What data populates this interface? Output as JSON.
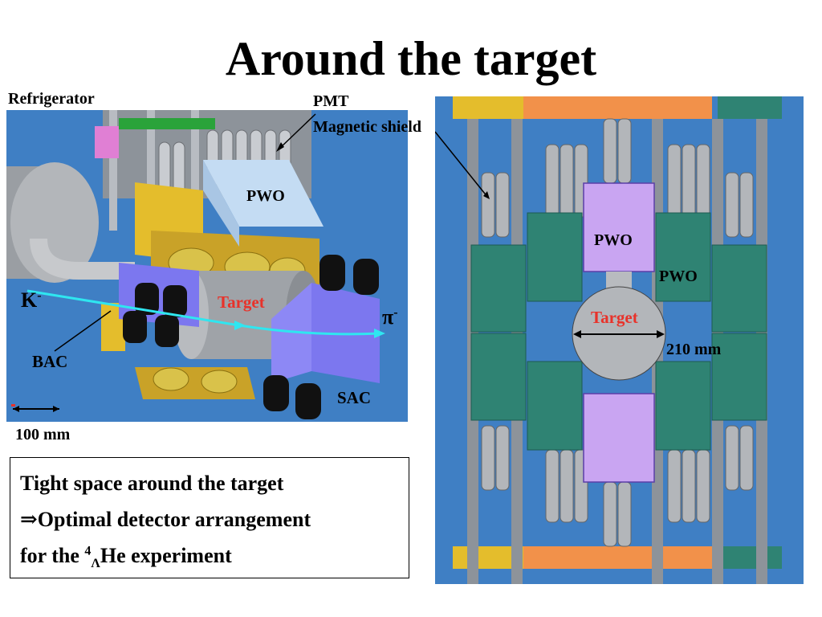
{
  "slide": {
    "title": "Around the target",
    "labels": {
      "refrigerator": "Refrigerator",
      "pmt": "PMT",
      "magnetic_shield": "Magnetic shield",
      "pwo_left": "PWO",
      "target_left": "Target",
      "k_minus_base": "K",
      "k_minus_sup": "-",
      "pi_minus_base": "π",
      "pi_minus_sup": "-",
      "bac": "BAC",
      "sac": "SAC",
      "scale": "100 mm",
      "pwo_right_center": "PWO",
      "pwo_right_side": "PWO",
      "target_right": "Target",
      "diameter": "210 mm"
    },
    "note": {
      "line1": "Tight space around the target",
      "line2_arrow": "⇒",
      "line2_text": "Optimal detector arrangement",
      "line3_prefix": "for the ",
      "line3_mass": "4",
      "line3_lambda": "Λ",
      "line3_suffix": "He experiment"
    }
  },
  "colors": {
    "panel_blue": "#3f7fc4",
    "pwo_box": "#c4dcf3",
    "gold": "#e4bd2c",
    "teal": "#2f8373",
    "lavender": "#c9a5f2",
    "target_red": "#e8322a",
    "beam_cyan": "#2fe6f0"
  }
}
